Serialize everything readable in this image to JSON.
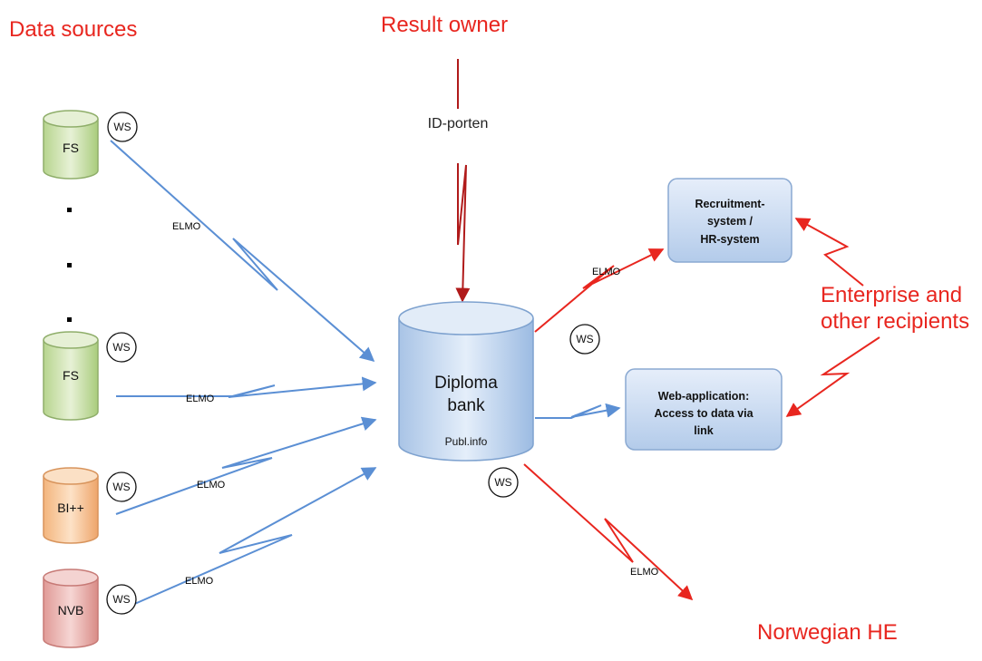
{
  "titles": {
    "data_sources": "Data sources",
    "result_owner": "Result owner",
    "enterprise_line1": "Enterprise and",
    "enterprise_line2": "other recipients",
    "norwegian_he": "Norwegian HE"
  },
  "sources": {
    "fs_top": "FS",
    "fs_bottom": "FS",
    "bi": "BI++",
    "nvb": "NVB",
    "ellipsis": "."
  },
  "diploma_bank": {
    "line1": "Diploma",
    "line2": "bank",
    "sub": "Publ.info"
  },
  "id_porten": "ID-porten",
  "recruitment": {
    "line1": "Recruitment-",
    "line2": "system /",
    "line3": "HR-system"
  },
  "webapp": {
    "line1": "Web-application:",
    "line2": "Access to data via",
    "line3": "link"
  },
  "ws_label": "WS",
  "elmo_label": "ELMO",
  "colors": {
    "red": "#e8261f",
    "dark_red": "#b01a1a",
    "blue_line": "#5b8fd4",
    "green_cyl": "#c9dfa9",
    "orange_cyl": "#f6c79c",
    "pink_cyl": "#e8b3b0",
    "blue_cyl": "#c2d5ec",
    "box_fill": "#c9daf0"
  }
}
